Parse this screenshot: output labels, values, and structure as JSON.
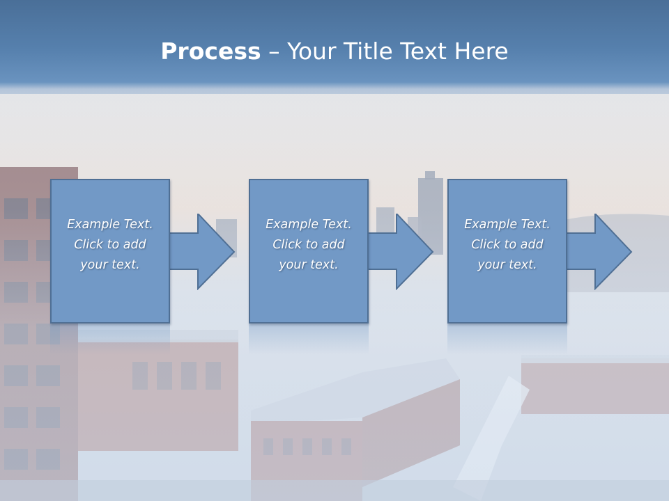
{
  "slide": {
    "title_bold": "Process",
    "title_rest": " – Your Title Text Here"
  },
  "steps": [
    {
      "line1": "Example Text.",
      "line2": "Click  to add",
      "line3": "your text."
    },
    {
      "line1": "Example Text.",
      "line2": "Click  to add",
      "line3": "your text."
    },
    {
      "line1": "Example Text.",
      "line2": "Click  to add",
      "line3": "your text."
    }
  ],
  "colors": {
    "title_band": "#5680ad",
    "step_fill": "#7299c6",
    "step_border": "#4f6f94",
    "text": "#ffffff"
  },
  "icons": {
    "arrow": "arrow-right-icon"
  }
}
